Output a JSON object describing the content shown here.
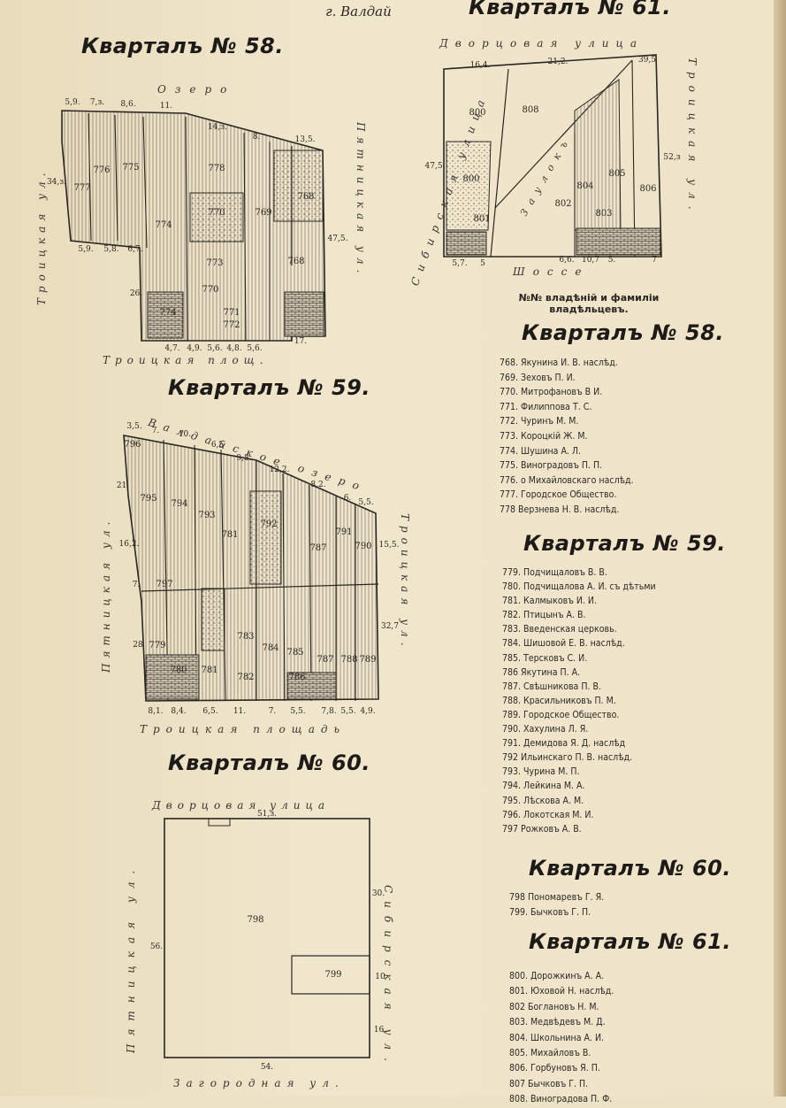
{
  "header": {
    "town": "г. Валдай",
    "continued_title": "Кварталъ № 61."
  },
  "q58": {
    "title": "Кварталъ № 58.",
    "street_top": "Озеро",
    "street_bottom": "Троицкая площ.",
    "street_left": "Троицкая ул.",
    "street_right": "Пятницкая ул.",
    "top_labels": [
      "5,9.",
      "7,з.",
      "8,6.",
      "11.",
      "14,з.",
      "8.",
      "13,5."
    ],
    "left_labels": [
      "34,з.",
      "26."
    ],
    "right_labels": [
      "47,5."
    ],
    "bottom_labels": [
      "5,9.",
      "5,8.",
      "6,7.",
      "4,7.",
      "4,9.",
      "5,6.",
      "4,8.",
      "5,6.",
      "17."
    ],
    "lots": [
      "776",
      "775",
      "777",
      "778",
      "770",
      "769",
      "768",
      "774",
      "773",
      "768",
      "772",
      "771",
      "770",
      "774"
    ]
  },
  "q59": {
    "title": "Кварталъ № 59.",
    "street_top": "Валдайское озеро",
    "street_bottom": "Троицкая площадь",
    "street_left": "Пятницкая ул.",
    "street_right": "Троицкая ул.",
    "top_labels": [
      "3,5.",
      "7.",
      "10.",
      "6,5",
      "9,8.",
      "12,2.",
      "8,2.",
      "6.",
      "5,5."
    ],
    "left_labels": [
      "21.",
      "16,2.",
      "7.",
      "28"
    ],
    "right_labels": [
      "15,5.",
      "32,7"
    ],
    "bottom_labels": [
      "8,1.",
      "8,4.",
      "6,5.",
      "11.",
      "7.",
      "5,5.",
      "7,8.",
      "5,5.",
      "4,9."
    ],
    "lots": [
      "796",
      "795",
      "794",
      "793",
      "781",
      "792",
      "787",
      "791",
      "790",
      "797",
      "779",
      "780",
      "781",
      "783",
      "782",
      "784",
      "785",
      "786",
      "787",
      "788",
      "789"
    ]
  },
  "q60": {
    "title": "Кварталъ № 60.",
    "street_top": "Дворцовая улица",
    "street_bottom": "Загородная ул.",
    "street_left": "Пятницкая ул.",
    "street_right": "Сибирская ул.",
    "top_label": "51,з.",
    "bottom_label": "54.",
    "left_label": "56.",
    "right_labels": [
      "30.",
      "10",
      "16."
    ],
    "lots": [
      "798",
      "799"
    ]
  },
  "q61": {
    "street_top": "Дворцовая улица",
    "street_bottom": "Шоссе",
    "street_left": "Сибирская улица",
    "street_right": "Троицкая ул.",
    "street_mid": "Заулокъ",
    "top_labels": [
      "16,4.",
      "21,2.",
      "39,5"
    ],
    "left_labels": [
      "47,5."
    ],
    "right_labels": [
      "52,з"
    ],
    "bottom_labels": [
      "5,7.",
      "5",
      "6,6.",
      "10,7",
      "5.",
      "7"
    ],
    "lots": [
      "800",
      "808",
      "800",
      "801",
      "805",
      "804",
      "802",
      "803",
      "806"
    ]
  },
  "legend": {
    "line1": "№№ владѣній и фамилiи",
    "line2": "владѣльцевъ."
  },
  "owners58": {
    "title": "Кварталъ № 58.",
    "rows": [
      "768. Якунина И. В. наслѣд.",
      "769. Зеховъ П. И.",
      "770. Митрофановъ В И.",
      "771. Филиппова Т. С.",
      "772. Чуринъ М. М.",
      "773. Короцкiй Ж. М.",
      "774. Шушина А. Л.",
      "775. Виноградовъ П. П.",
      "776. о Михайловскаго наслѣд.",
      "777. Городское Общество.",
      "778 Верзнева Н. В. наслѣд."
    ]
  },
  "owners59": {
    "title": "Кварталъ № 59.",
    "rows": [
      "779. Подчищаловъ В. В.",
      "780. Подчищалова А. И. съ дѣтьми",
      "781. Калмыковъ И. И.",
      "782. Птицынъ А. В.",
      "783. Введенская церковь.",
      "784. Шишовой Е. В. наслѣд.",
      "785. Терсковъ С. И.",
      "786 Якутина П. А.",
      "787. Свѣшникова П. В.",
      "788. Красильниковъ П. М.",
      "789. Городское Общество.",
      "790. Хахулина Л. Я.",
      "791. Демидова Я. Д. наслѣд",
      "792 Ильинскаго П. В. наслѣд.",
      "793. Чурина М. П.",
      "794. Лейкина М. А.",
      "795. Лѣскова А. М.",
      "796. Локотская М. И.",
      "797 Рожковъ А. В."
    ]
  },
  "owners60": {
    "title": "Кварталъ № 60.",
    "rows": [
      "798 Пономаревъ Г. Я.",
      "799. Бычковъ Г. П."
    ]
  },
  "owners61": {
    "title": "Кварталъ № 61.",
    "rows": [
      "800. Дорожкинъ А. А.",
      "801. Юховой Н. наслѣд.",
      "802 Боглановъ Н. М.",
      "803. Медвѣдевъ М. Д.",
      "804. Школьнина А. И.",
      "805. Михайловъ В.",
      "806. Горбуновъ Я. П.",
      "807 Бычковъ Г. П.",
      "808. Виноградова П. Ф."
    ]
  }
}
